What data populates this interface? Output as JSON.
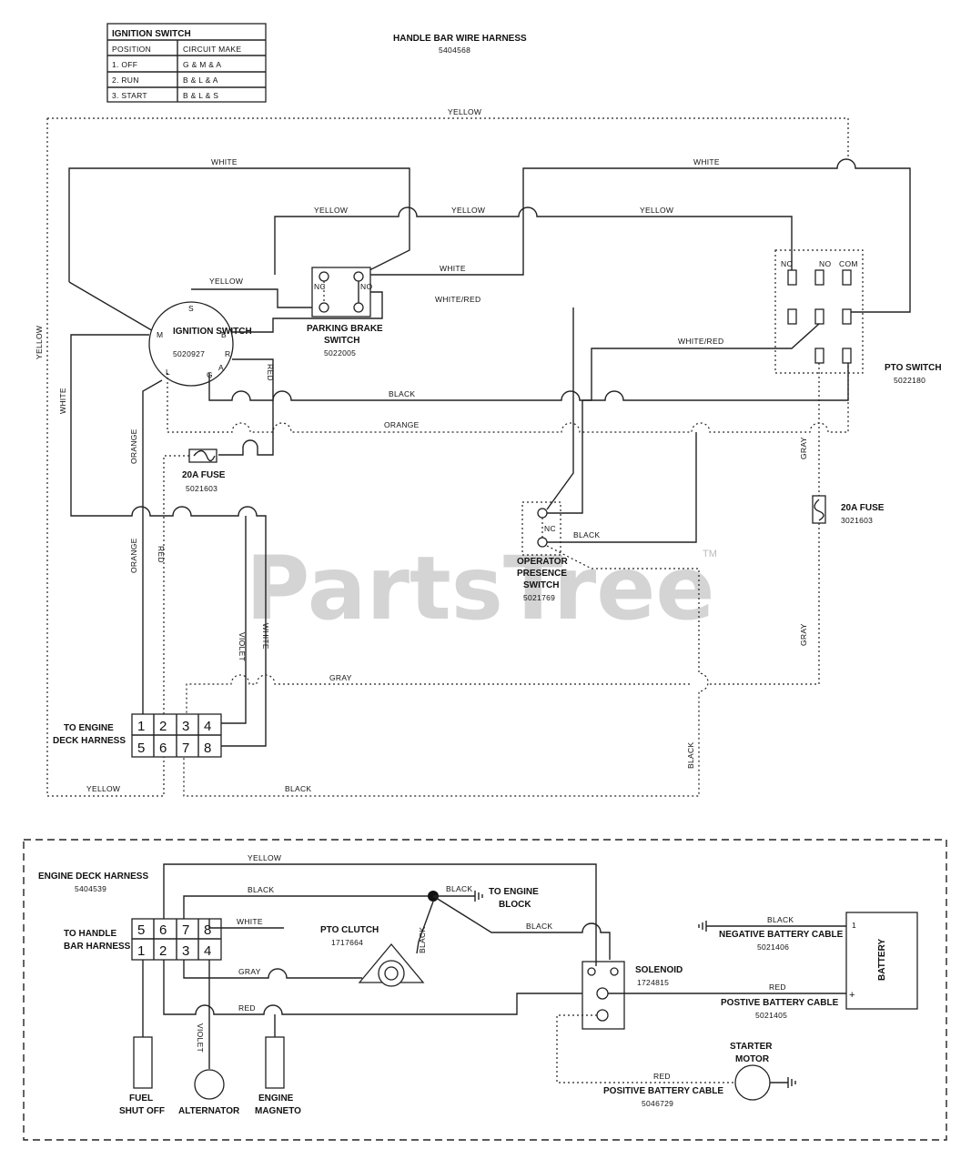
{
  "ignition_table": {
    "title": "IGNITION SWITCH",
    "headers": [
      "POSITION",
      "CIRCUIT MAKE"
    ],
    "rows": [
      [
        "1. OFF",
        "G & M & A"
      ],
      [
        "2. RUN",
        "B & L & A"
      ],
      [
        "3. START",
        "B & L & S"
      ]
    ]
  },
  "handlebar_harness": {
    "name": "HANDLE BAR WIRE HARNESS",
    "part": "5404568"
  },
  "watermark": {
    "text": "PartsTree",
    "tm": "TM"
  },
  "components": {
    "ignition_switch": {
      "name": "IGNITION SWITCH",
      "part": "5020927",
      "terminals": [
        "S",
        "M",
        "B",
        "R",
        "L",
        "G",
        "A"
      ]
    },
    "parking_brake": {
      "name1": "PARKING BRAKE",
      "name2": "SWITCH",
      "part": "5022005",
      "nc": "NC",
      "no": "NO"
    },
    "pto_switch": {
      "name": "PTO SWITCH",
      "part": "5022180",
      "nc": "NC",
      "no": "NO",
      "com": "COM"
    },
    "fuse_top": {
      "name": "20A FUSE",
      "part": "5021603"
    },
    "fuse_right": {
      "name": "20A FUSE",
      "part": "3021603"
    },
    "operator_switch": {
      "name1": "OPERATOR",
      "name2": "PRESENCE",
      "name3": "SWITCH",
      "part": "5021769",
      "nc": "NC"
    },
    "to_engine": {
      "line1": "TO ENGINE",
      "line2": "DECK HARNESS"
    },
    "connector_top": [
      "1",
      "2",
      "3",
      "4",
      "5",
      "6",
      "7",
      "8"
    ],
    "engine_deck": {
      "name": "ENGINE DECK HARNESS",
      "part": "5404539"
    },
    "to_handle": {
      "line1": "TO HANDLE",
      "line2": "BAR HARNESS"
    },
    "connector_bottom": [
      "5",
      "6",
      "7",
      "8",
      "1",
      "2",
      "3",
      "4"
    ],
    "pto_clutch": {
      "name": "PTO CLUTCH",
      "part": "1717664"
    },
    "engine_block": {
      "line1": "TO ENGINE",
      "line2": "BLOCK"
    },
    "solenoid": {
      "name": "SOLENOID",
      "part": "1724815"
    },
    "neg_cable": {
      "name": "NEGATIVE BATTERY CABLE",
      "part": "5021406"
    },
    "pos_cable": {
      "name": "POSTIVE BATTERY CABLE",
      "part": "5021405"
    },
    "pos_cable2": {
      "name": "POSITIVE BATTERY CABLE",
      "part": "5046729"
    },
    "battery": {
      "name": "BATTERY",
      "plus": "+",
      "one": "1"
    },
    "starter": {
      "line1": "STARTER",
      "line2": "MOTOR"
    },
    "fuel": {
      "line1": "FUEL",
      "line2": "SHUT OFF"
    },
    "alternator": {
      "name": "ALTERNATOR"
    },
    "magneto": {
      "line1": "ENGINE",
      "line2": "MAGNETO"
    }
  },
  "wire_labels": {
    "yellow": "YELLOW",
    "white": "WHITE",
    "white_red": "WHITE/RED",
    "black": "BLACK",
    "orange": "ORANGE",
    "red": "RED",
    "gray": "GRAY",
    "violet": "VIOLET"
  }
}
